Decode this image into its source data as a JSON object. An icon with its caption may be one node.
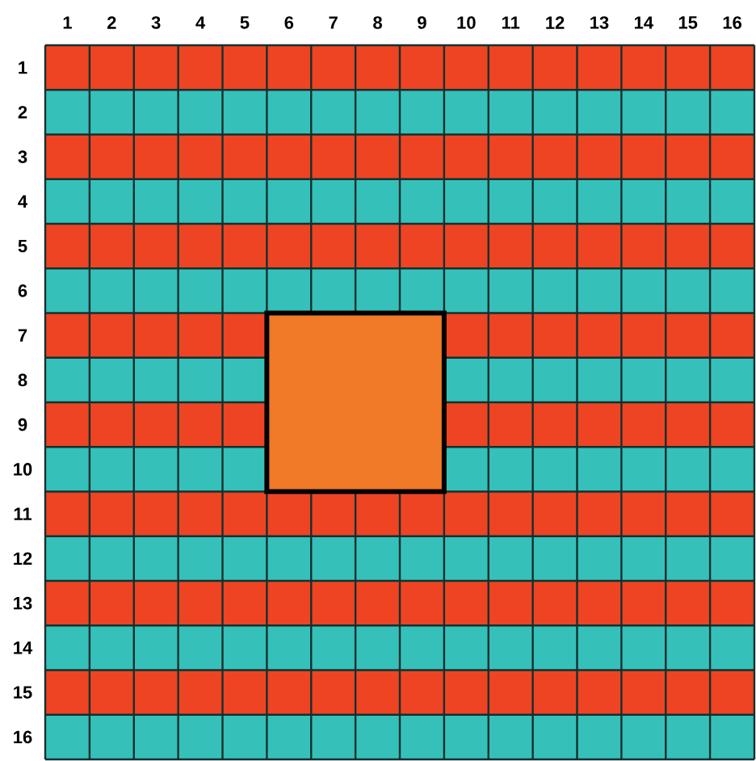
{
  "diagram": {
    "labels": [
      "1",
      "2",
      "3",
      "4",
      "5",
      "6",
      "7",
      "8",
      "9",
      "10",
      "11",
      "12",
      "13",
      "14",
      "15",
      "16",
      "1",
      "2",
      "3",
      "4",
      "5",
      "6",
      "7",
      "8",
      "9",
      "10",
      "11",
      "12",
      "13",
      "14",
      "15",
      "16"
    ]
  }
}
